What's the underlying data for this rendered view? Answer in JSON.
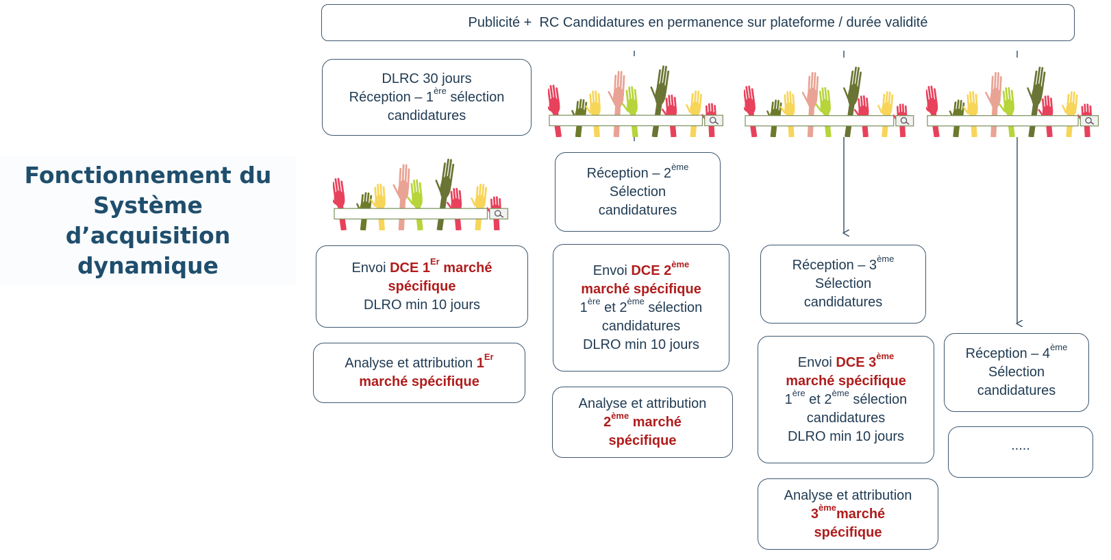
{
  "title": {
    "line1": "Fonctionnement du",
    "line2": "Système",
    "line3": "d’acquisition",
    "line4": "dynamique"
  },
  "header": {
    "text": "Publicité +  RC Candidatures en permanence sur plateforme / durée validité"
  },
  "col1": {
    "dlrc": {
      "l1": "DLRC 30 jours",
      "l2a": "Réception – 1",
      "l2sup": "ère",
      "l2b": " sélection",
      "l3": "candidatures"
    },
    "envoi": {
      "a": "Envoi ",
      "dce": "DCE 1",
      "sup": "Er",
      "b": " marché",
      "c": "spécifique",
      "d": "DLRO min 10 jours"
    },
    "analyse": {
      "a": "Analyse et attribution ",
      "b": "1",
      "sup": "Er",
      "c": "marché spécifique"
    }
  },
  "col2": {
    "reception": {
      "a": "Réception – 2",
      "sup": "ème",
      "b": "Sélection",
      "c": "candidatures"
    },
    "envoi": {
      "a": "Envoi ",
      "dce": "DCE   2",
      "sup": "ème",
      "b": "marché spécifique",
      "c1": "1",
      "c1sup": "ère",
      "c2": " et 2",
      "c2sup": "ème",
      "c3": " sélection",
      "d": "candidatures",
      "e": "DLRO min 10 jours"
    },
    "analyse": {
      "a": "Analyse et attribution",
      "b": "2",
      "sup": "ème",
      "c": " marché",
      "d": "spécifique"
    }
  },
  "col3": {
    "reception": {
      "a": "Réception – 3",
      "sup": "ème",
      "b": "Sélection",
      "c": "candidatures"
    },
    "envoi": {
      "a": "Envoi ",
      "dce": "DCE   3",
      "sup": "ème",
      "b": "marché spécifique",
      "c1": "1",
      "c1sup": "ère",
      "c2": " et 2",
      "c2sup": "ème",
      "c3": " sélection",
      "d": "candidatures",
      "e": "DLRO min 10 jours"
    },
    "analyse": {
      "a": "Analyse et attribution",
      "b": "3",
      "sup": "ème",
      "c": "marché",
      "d": "spécifique"
    }
  },
  "col4": {
    "reception": {
      "a": "Réception – 4",
      "sup": "ème",
      "b": "Sélection",
      "c": "candidatures"
    },
    "more": {
      "text": "....."
    }
  },
  "colors": {
    "text": "#1f3a52",
    "accent_red": "#b01c1c",
    "title": "#1f4e6d",
    "border": "#3c556e",
    "hand_colors": [
      "#e8415c",
      "#6d7a2b",
      "#f7d559",
      "#e9a394",
      "#b7d43a",
      "#6a7434",
      "#e8415c",
      "#f7d559"
    ]
  },
  "icons": {
    "search": "magnifier-icon",
    "hands": "raised-hands-illustration"
  }
}
